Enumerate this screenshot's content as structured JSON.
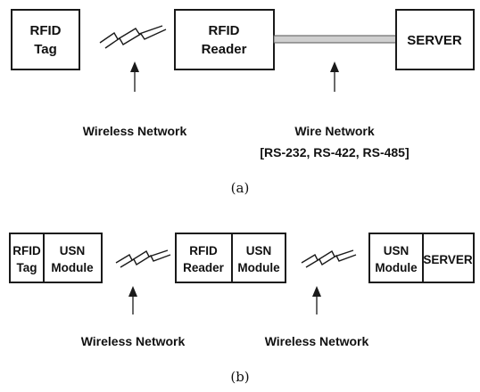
{
  "panel_a": {
    "tag": {
      "line1": "RFID",
      "line2": "Tag"
    },
    "reader": {
      "line1": "RFID",
      "line2": "Reader"
    },
    "server": "SERVER",
    "wireless_caption": "Wireless Network",
    "wire_caption_line1": "Wire Network",
    "wire_caption_line2": "[RS-232, RS-422, RS-485]",
    "label": "(a)"
  },
  "panel_b": {
    "tag": {
      "line1": "RFID",
      "line2": "Tag"
    },
    "tag_module": {
      "line1": "USN",
      "line2": "Module"
    },
    "reader": {
      "line1": "RFID",
      "line2": "Reader"
    },
    "reader_module": {
      "line1": "USN",
      "line2": "Module"
    },
    "server_module": {
      "line1": "USN",
      "line2": "Module"
    },
    "server": "SERVER",
    "wireless_caption_1": "Wireless Network",
    "wireless_caption_2": "Wireless Network",
    "label": "(b)"
  }
}
